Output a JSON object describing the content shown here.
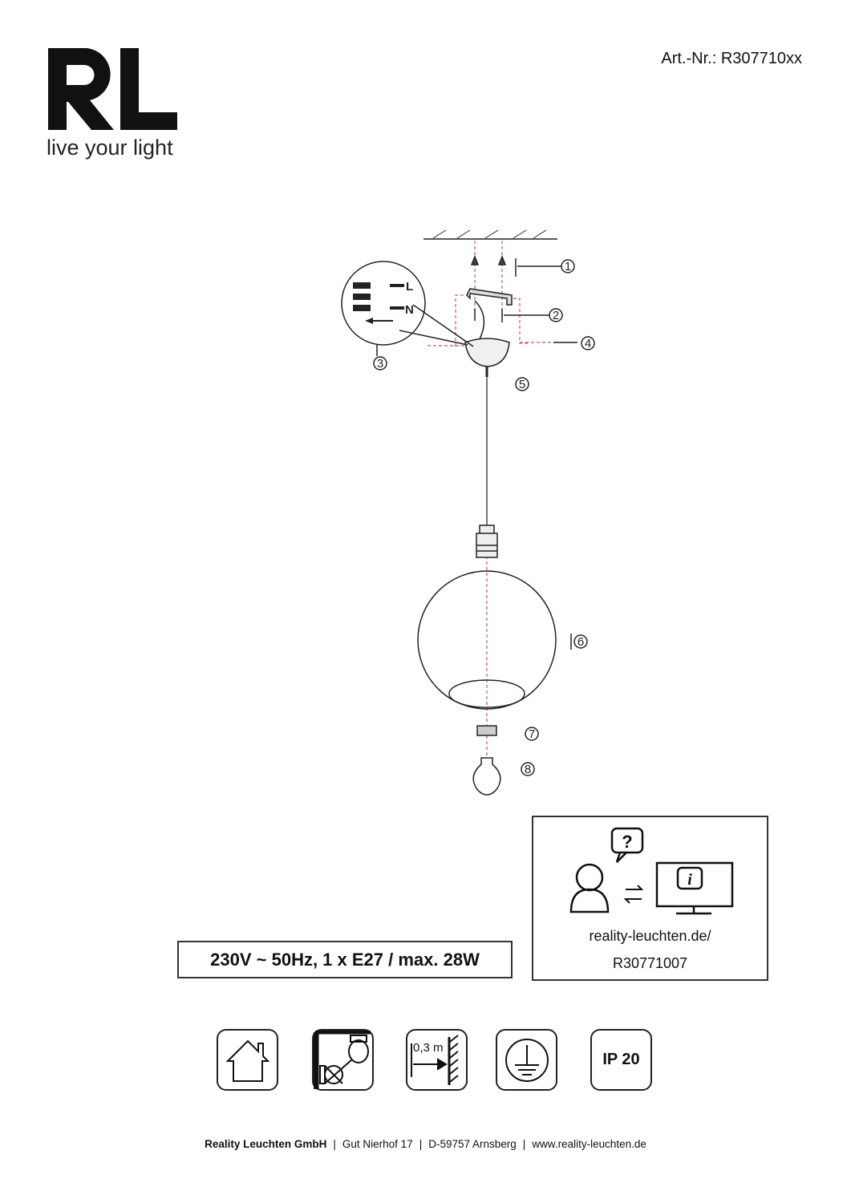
{
  "header": {
    "brand": "RL",
    "tagline": "live your light",
    "article_number": "Art.-Nr.: R307710xx"
  },
  "diagram": {
    "steps": [
      "1",
      "2",
      "3",
      "4",
      "5",
      "6",
      "7",
      "8"
    ],
    "wiring_labels": [
      "L",
      "N"
    ]
  },
  "spec": {
    "text": "230V ~ 50Hz, 1 x E27 / max. 28W"
  },
  "info": {
    "url_line1": "reality-leuchten.de/",
    "url_line2": "R30771007"
  },
  "symbols": [
    {
      "name": "indoor-use-icon"
    },
    {
      "name": "not-for-covered-mounting-icon"
    },
    {
      "name": "min-distance-icon",
      "label": "0,3 m"
    },
    {
      "name": "protective-earth-icon"
    },
    {
      "name": "ip-rating",
      "label": "IP 20"
    }
  ],
  "footer": {
    "company": "Reality Leuchten GmbH",
    "street": "Gut Nierhof 17",
    "city": "D-59757 Arnsberg",
    "website": "www.reality-leuchten.de",
    "separator": "|"
  }
}
